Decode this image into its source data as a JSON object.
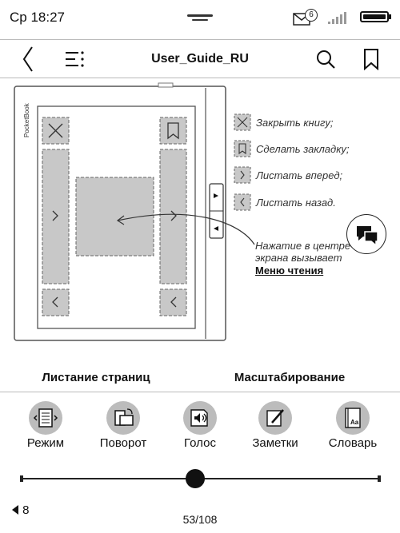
{
  "status": {
    "time": "Ср 18:27",
    "notification_count": "6"
  },
  "header": {
    "title": "User_Guide_RU"
  },
  "illustration": {
    "device_brand": "PocketBook",
    "legend": [
      {
        "icon": "close-icon",
        "text": "Закрыть книгу;"
      },
      {
        "icon": "bookmark-icon",
        "text": "Сделать закладку;"
      },
      {
        "icon": "chevron-right-icon",
        "text": "Листать вперед;"
      },
      {
        "icon": "chevron-left-icon",
        "text": "Листать назад."
      }
    ],
    "center_note_line1": "Нажатие в центре",
    "center_note_line2": "экрана вызывает",
    "center_note_link": "Меню чтения"
  },
  "modes": {
    "left": "Листание страниц",
    "right": "Масштабирование"
  },
  "tools": [
    {
      "icon": "mode-icon",
      "label": "Режим"
    },
    {
      "icon": "rotate-icon",
      "label": "Поворот"
    },
    {
      "icon": "voice-icon",
      "label": "Голос"
    },
    {
      "icon": "notes-icon",
      "label": "Заметки"
    },
    {
      "icon": "dictionary-icon",
      "label": "Словарь"
    }
  ],
  "navigation": {
    "previous_page": "8",
    "page_indicator": "53/108",
    "position_fraction": 0.486
  },
  "colors": {
    "tool_circle": "#bcbcbc",
    "zone_fill": "#c8c8c8",
    "accent": "#111111"
  }
}
